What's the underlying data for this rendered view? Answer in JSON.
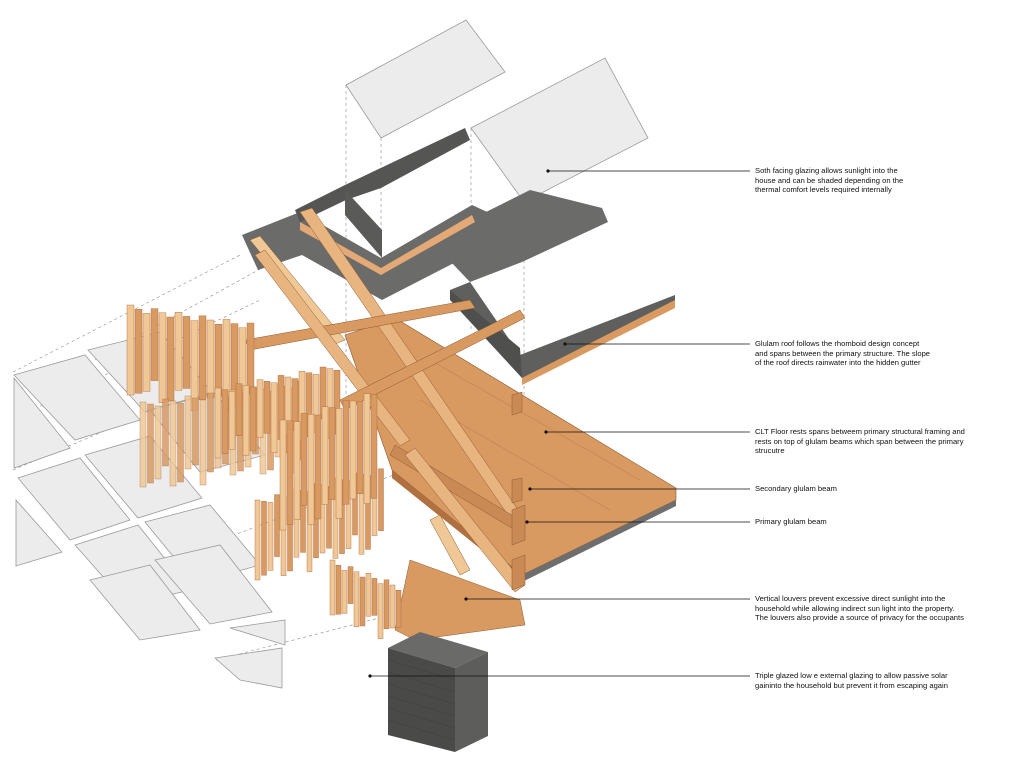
{
  "annotations": [
    {
      "id": "glazing-south",
      "text": "Soth facing glazing allows sunlight into the\nhouse and can be shaded depending on the\nthermal comfort levels required internally"
    },
    {
      "id": "glulam-roof",
      "text": "Glulam roof follows the rhomboid design concept\nand spans between the primary structure. The slope\nof the roof directs rainwater into the hidden gutter"
    },
    {
      "id": "clt-floor",
      "text": "CLT Floor rests spans betweem primary structural framing and\nrests on top of glulam beams which span between the primary\nstrucutre"
    },
    {
      "id": "secondary-beam",
      "text": "Secondary glulam beam"
    },
    {
      "id": "primary-beam",
      "text": "Primary glulam beam"
    },
    {
      "id": "louvers",
      "text": "Vertical louvers prevent excessive direct sunlight into the\nhousehold while allowing indirect sun light into the property.\nThe louvers also provide a source of privacy for the occupants"
    },
    {
      "id": "triple-glazing",
      "text": "Triple glazed low e external glazing to allow passive solar\ngaininto the household but prevent it from escaping again"
    }
  ],
  "colors": {
    "timber": "#d99a62",
    "timber_light": "#f0c896",
    "timber_dark": "#a8653a",
    "roof": "#6b6b69",
    "roof_dark": "#4f4f4d",
    "glass": "#ebebeb",
    "glass_edge": "#9a9a9a",
    "brick": "#4a4a48",
    "leader": "#111111"
  }
}
